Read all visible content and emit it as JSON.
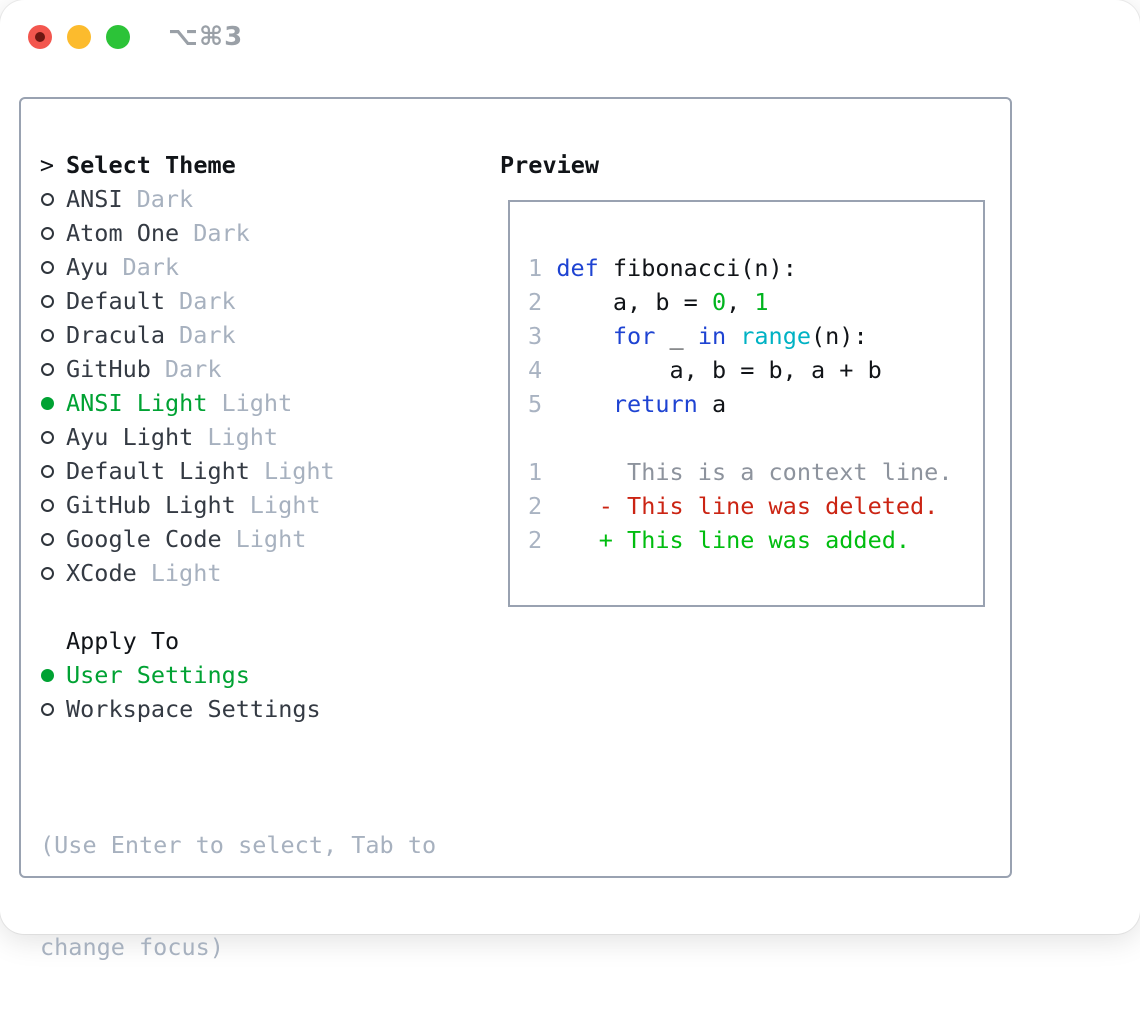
{
  "window": {
    "title": "⌥⌘3",
    "traffic_lights": [
      "close",
      "minimize",
      "zoom"
    ]
  },
  "theme_selector": {
    "header_prefix": ">",
    "header": "Select Theme",
    "items": [
      {
        "name": "ANSI",
        "variant": "Dark",
        "selected": false
      },
      {
        "name": "Atom One",
        "variant": "Dark",
        "selected": false
      },
      {
        "name": "Ayu",
        "variant": "Dark",
        "selected": false
      },
      {
        "name": "Default",
        "variant": "Dark",
        "selected": false
      },
      {
        "name": "Dracula",
        "variant": "Dark",
        "selected": false
      },
      {
        "name": "GitHub",
        "variant": "Dark",
        "selected": false
      },
      {
        "name": "ANSI Light",
        "variant": "Light",
        "selected": true
      },
      {
        "name": "Ayu Light",
        "variant": "Light",
        "selected": false
      },
      {
        "name": "Default Light",
        "variant": "Light",
        "selected": false
      },
      {
        "name": "GitHub Light",
        "variant": "Light",
        "selected": false
      },
      {
        "name": "Google Code",
        "variant": "Light",
        "selected": false
      },
      {
        "name": "XCode",
        "variant": "Light",
        "selected": false
      }
    ]
  },
  "apply_to": {
    "header": "Apply To",
    "options": [
      {
        "label": "User Settings",
        "selected": true
      },
      {
        "label": "Workspace Settings",
        "selected": false
      }
    ]
  },
  "help": {
    "line1": "(Use Enter to select, Tab to",
    "line2": "change focus)"
  },
  "preview": {
    "header": "Preview",
    "code_lines": [
      {
        "num": "1",
        "segments": [
          {
            "text": "def",
            "style": "keyword"
          },
          {
            "text": " fibonacci(n):",
            "style": "plain"
          }
        ]
      },
      {
        "num": "2",
        "segments": [
          {
            "text": "    a, b = ",
            "style": "plain"
          },
          {
            "text": "0",
            "style": "number"
          },
          {
            "text": ", ",
            "style": "plain"
          },
          {
            "text": "1",
            "style": "number"
          }
        ]
      },
      {
        "num": "3",
        "segments": [
          {
            "text": "    ",
            "style": "plain"
          },
          {
            "text": "for",
            "style": "keyword"
          },
          {
            "text": " _ ",
            "style": "plain"
          },
          {
            "text": "in",
            "style": "keyword"
          },
          {
            "text": " ",
            "style": "plain"
          },
          {
            "text": "range",
            "style": "builtin"
          },
          {
            "text": "(n):",
            "style": "plain"
          }
        ]
      },
      {
        "num": "4",
        "segments": [
          {
            "text": "        a, b = b, a + b",
            "style": "plain"
          }
        ]
      },
      {
        "num": "5",
        "segments": [
          {
            "text": "    ",
            "style": "plain"
          },
          {
            "text": "return",
            "style": "keyword"
          },
          {
            "text": " a",
            "style": "plain"
          }
        ]
      },
      {
        "num": "",
        "segments": []
      },
      {
        "num": "1",
        "segments": [
          {
            "text": "     This is a context line.",
            "style": "context"
          }
        ]
      },
      {
        "num": "2",
        "segments": [
          {
            "text": "   - This line was deleted.",
            "style": "deleted"
          }
        ]
      },
      {
        "num": "2",
        "segments": [
          {
            "text": "   + This line was added.",
            "style": "added"
          }
        ]
      }
    ]
  },
  "colors": {
    "accent_green": "#00a233",
    "keyword_blue": "#1e43d2",
    "builtin_cyan": "#00b2c4",
    "number_green": "#00b41e",
    "added_green": "#00bd0f",
    "deleted_red": "#cb2413",
    "context_gray": "#8d939d",
    "linenum_gray": "#a9b3c2",
    "muted_gray": "#a7b1bf",
    "name_dark": "#343a43",
    "text_black": "#111418",
    "border_gray": "#99a2b1",
    "titlebar_gray": "#9aa0a7",
    "light_red": "#f3564e",
    "light_yellow": "#fcbb2d",
    "light_green": "#2cc338",
    "red_dot": "#6e1712"
  }
}
